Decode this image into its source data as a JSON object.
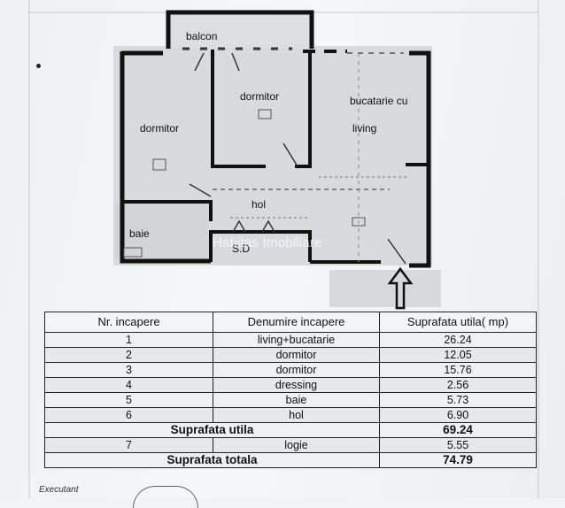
{
  "plan": {
    "labels": {
      "balcon": "balcon",
      "dormitor_1": "dormitor",
      "dormitor_2": "dormitor",
      "bucatarie": "bucatarie cu",
      "living": "living",
      "hol": "hol",
      "baie": "baie",
      "sd": "S.D"
    },
    "watermark": "Habitas Imobiliare"
  },
  "table": {
    "headers": [
      "Nr. incapere",
      "Denumire incapere",
      "Suprafata utila( mp)"
    ],
    "rows": [
      {
        "nr": "1",
        "name": "living+bucatarie",
        "area": "26.24"
      },
      {
        "nr": "2",
        "name": "dormitor",
        "area": "12.05"
      },
      {
        "nr": "3",
        "name": "dormitor",
        "area": "15.76"
      },
      {
        "nr": "4",
        "name": "dressing",
        "area": "2.56"
      },
      {
        "nr": "5",
        "name": "baie",
        "area": "5.73"
      },
      {
        "nr": "6",
        "name": "hol",
        "area": "6.90"
      }
    ],
    "subtotal": {
      "label": "Suprafata utila",
      "value": "69.24"
    },
    "extra_row": {
      "nr": "7",
      "name": "logie",
      "area": "5.55"
    },
    "total": {
      "label": "Suprafata totala",
      "value": "74.79"
    }
  },
  "footer": {
    "executant": "Executant"
  }
}
